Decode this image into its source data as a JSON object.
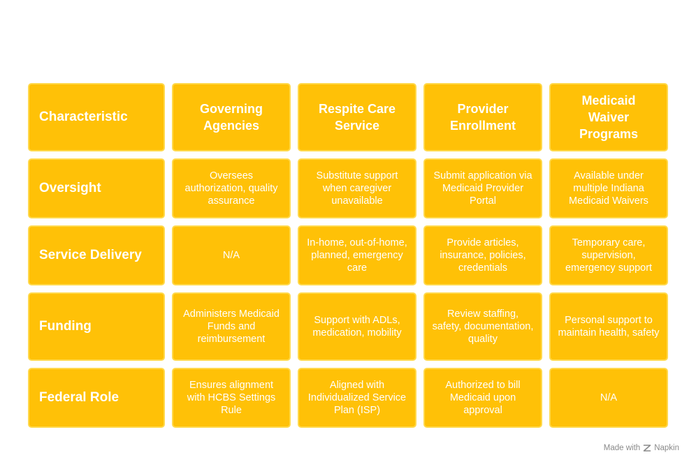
{
  "table": {
    "headers": [
      "Characteristic",
      "Governing Agencies",
      "Respite Care Service",
      "Provider Enrollment",
      "Medicaid Waiver Programs"
    ],
    "rows": [
      {
        "label": "Oversight",
        "cells": [
          "Oversees authorization, quality assurance",
          "Substitute support when caregiver unavailable",
          "Submit application via Medicaid Provider Portal",
          "Available under multiple Indiana Medicaid Waivers"
        ]
      },
      {
        "label": "Service Delivery",
        "cells": [
          "N/A",
          "In-home, out-of-home, planned, emergency care",
          "Provide articles, insurance, policies, credentials",
          "Temporary care, supervision, emergency support"
        ]
      },
      {
        "label": "Funding",
        "cells": [
          "Administers Medicaid Funds and reimbursement",
          "Support with ADLs, medication, mobility",
          "Review staffing, safety, documentation, quality",
          "Personal support to maintain health, safety"
        ]
      },
      {
        "label": "Federal Role",
        "cells": [
          "Ensures alignment with HCBS Settings Rule",
          "Aligned with Individualized Service Plan (ISP)",
          "Authorized to bill Medicaid upon approval",
          "N/A"
        ]
      }
    ]
  },
  "footer": {
    "made_with": "Made with",
    "brand": "Napkin",
    "brand_icon": "napkin-logo-icon"
  },
  "colors": {
    "cell_fill": "#FFC107",
    "cell_border": "#FFD94D",
    "text": "#FFFFFF",
    "footer_text": "#8A8A8A"
  }
}
